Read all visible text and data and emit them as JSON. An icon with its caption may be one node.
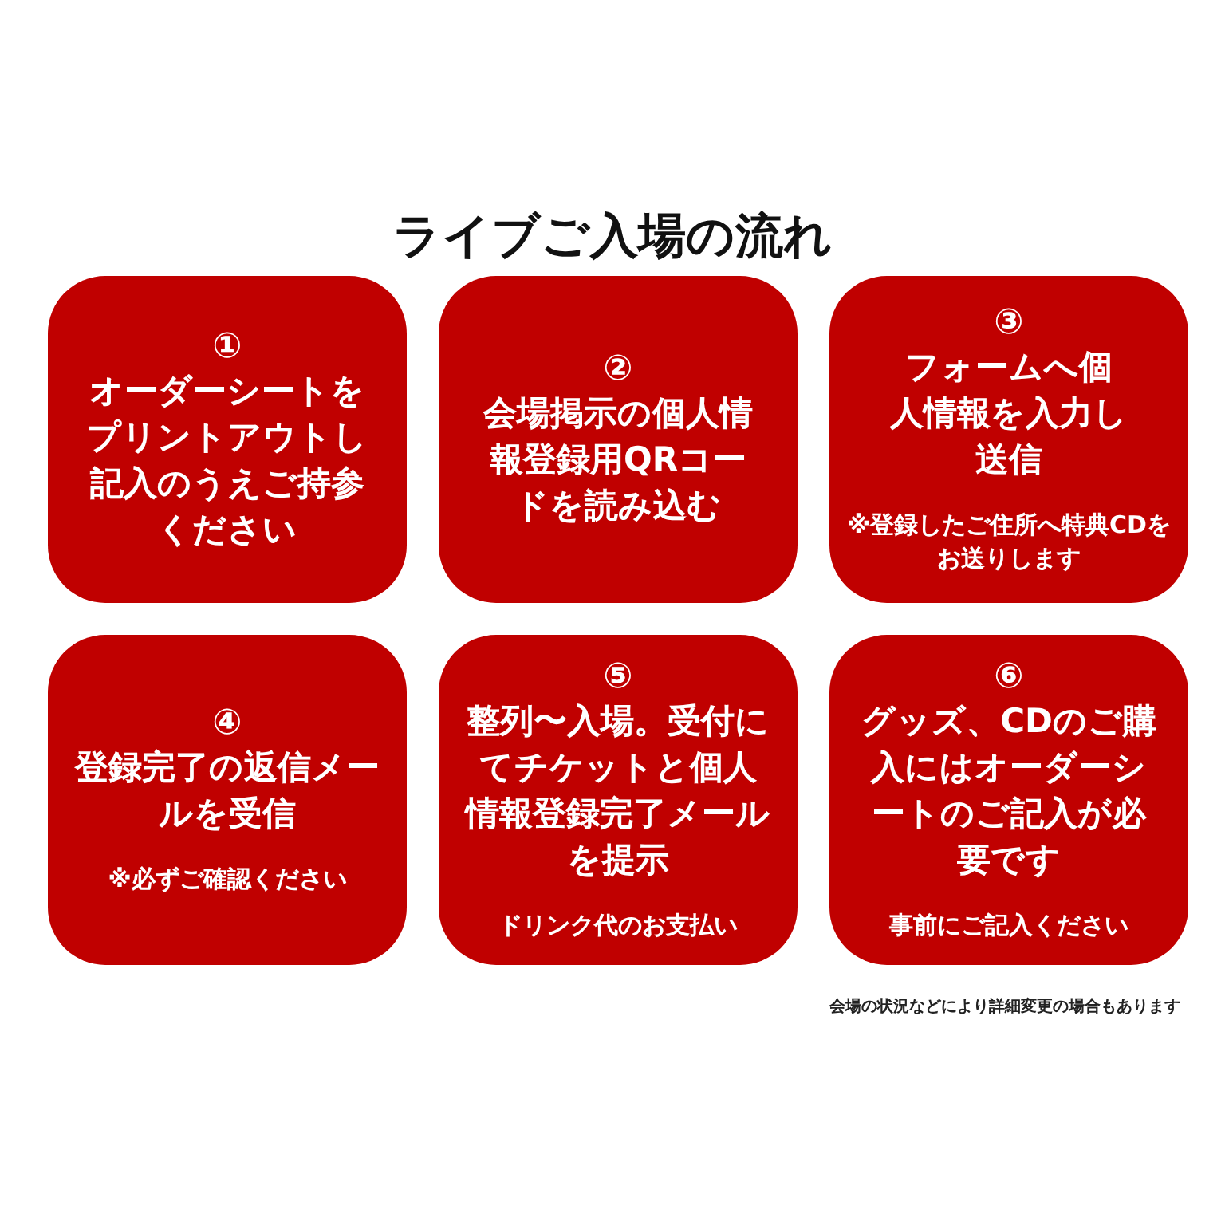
{
  "diagram": {
    "title": "ライブご入場の流れ",
    "nodes": [
      {
        "text": [
          "①",
          "オーダーシートをプリントアウトし記入のうえご持参ください"
        ]
      },
      {
        "text": [
          "②",
          "会場掲示の個人情報登録用QRコードを読み込む"
        ]
      },
      {
        "text": [
          "③",
          "フォームへ個人情報を入力し送信",
          "※登録したご住所へ特典CDをお送りします"
        ]
      },
      {
        "text": [
          "④",
          "登録完了の返信メールを受信",
          "※必ずご確認ください"
        ]
      },
      {
        "text": [
          "⑤",
          "整列〜入場。受付にてチケットと個人情報登録完了メールを提示",
          "ドリンク代のお支払い"
        ]
      },
      {
        "text": [
          "⑥",
          "グッズ、CDのご購入にはオーダーシートのご記入が必要です",
          "事前にご記入ください"
        ]
      }
    ],
    "labels": [
      "会場の状況などにより詳細変更の場合もあります"
    ]
  }
}
